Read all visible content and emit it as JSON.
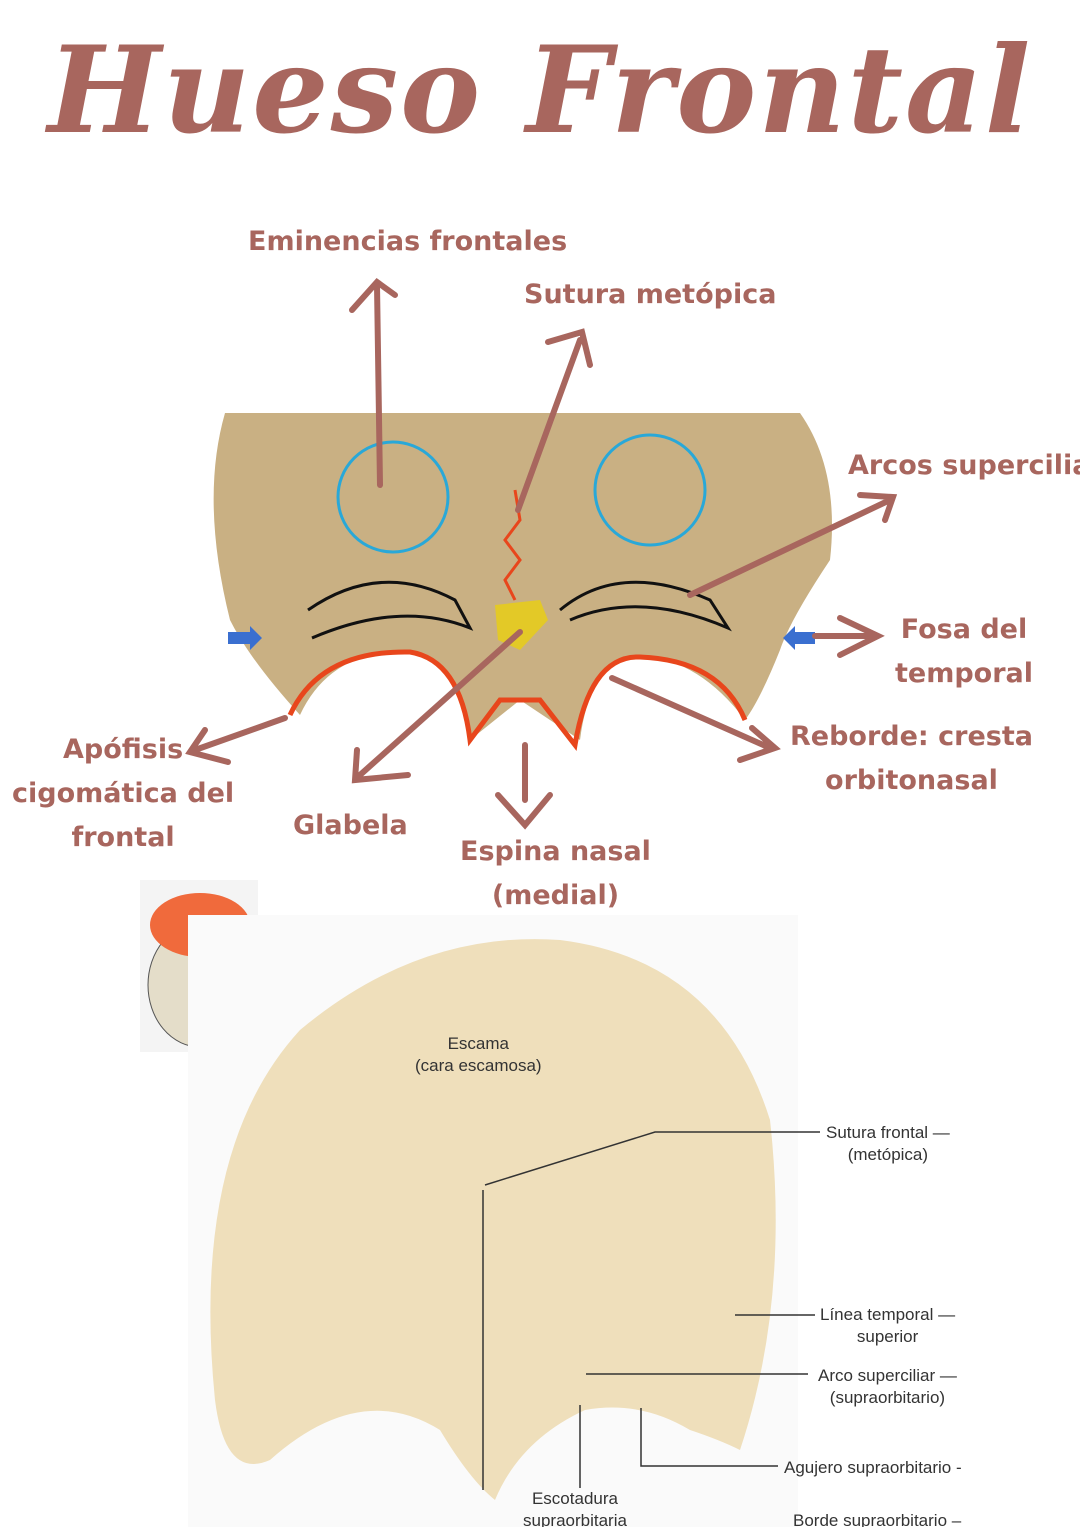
{
  "title": "Hueso Frontal",
  "top_labels": {
    "eminencias": "Eminencias frontales",
    "sutura": "Sutura metópica",
    "arcos": "Arcos superciliares",
    "fosa": [
      "Fosa del",
      "temporal"
    ],
    "reborde": [
      "Reborde: cresta",
      "orbitonasal"
    ],
    "espina": [
      "Espina nasal",
      "(medial)"
    ],
    "glabela": "Glabela",
    "apofisis": [
      "Apófisis",
      "cigomática del",
      "frontal"
    ]
  },
  "bottom_labels": {
    "escama": [
      "Escama",
      "(cara escamosa)"
    ],
    "sutura_frontal": [
      "Sutura frontal —",
      "(metópica)"
    ],
    "linea_temporal": [
      "Línea temporal —",
      "superior"
    ],
    "arco_superciliar": [
      "Arco superciliar —",
      "(supraorbitario)"
    ],
    "agujero": "Agujero supraorbitario -",
    "escotadura": [
      "Escotadura",
      "supraorbitaria"
    ],
    "borde": "Borde supraorbitario –"
  },
  "colors": {
    "label": "#a8665e",
    "bone": "#c9b083",
    "circle": "#29a8d8",
    "outline": "#e8461c",
    "glabela": "#e3c927",
    "arrow_blue": "#3a6fd0"
  }
}
